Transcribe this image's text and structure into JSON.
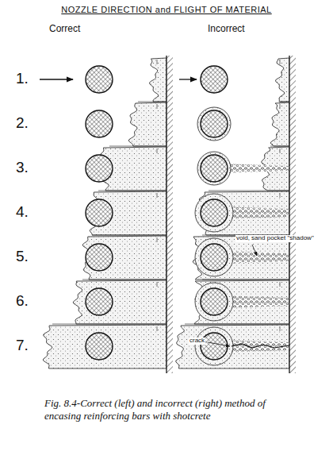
{
  "diagram": {
    "title": "NOZZLE DIRECTION and FLIGHT OF MATERIAL",
    "caption": "Fig. 8.4-Correct (left) and incorrect (right) method of encasing reinforcing bars with shotcrete",
    "labels": [
      "Correct",
      "Incorrect",
      "1.",
      "2.",
      "3.",
      "4.",
      "5.",
      "6.",
      "7.",
      "void, sand pocket \"shadow\"",
      "crack"
    ]
  }
}
